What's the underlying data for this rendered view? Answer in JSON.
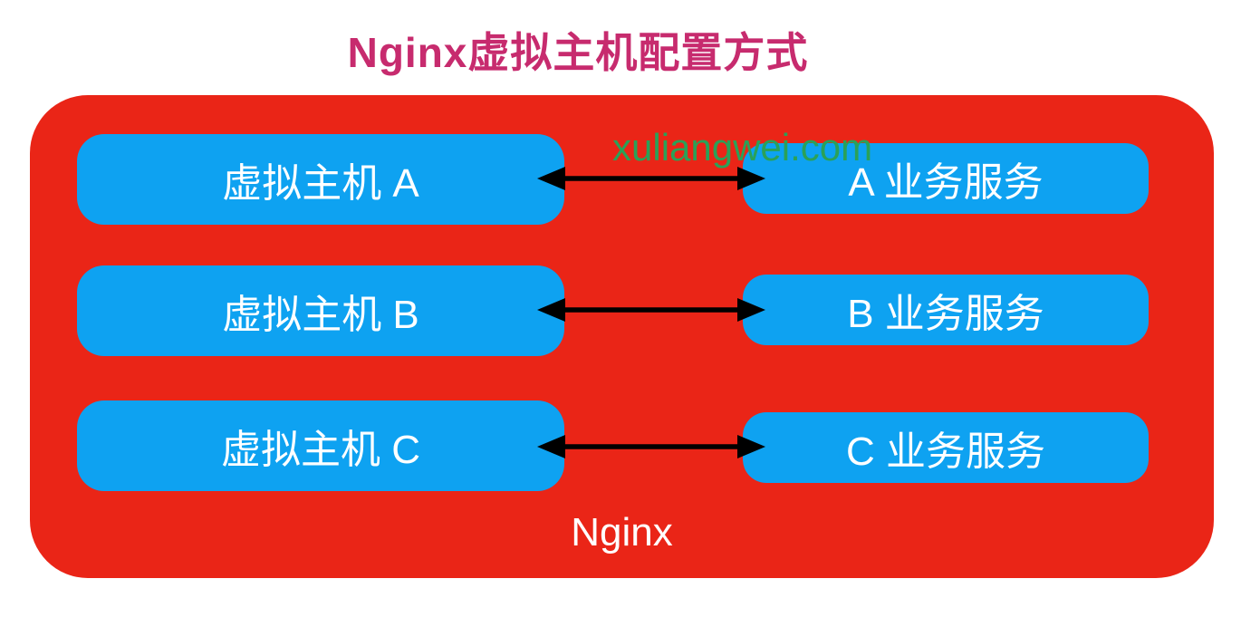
{
  "title": "Nginx虚拟主机配置方式",
  "watermark": "xuliangwei.com",
  "container": {
    "label": "Nginx"
  },
  "rows": [
    {
      "host": "虚拟主机 A",
      "service": "A 业务服务"
    },
    {
      "host": "虚拟主机 B",
      "service": "B 业务服务"
    },
    {
      "host": "虚拟主机 C",
      "service": "C 业务服务"
    }
  ],
  "colors": {
    "background": "#FFFFFF",
    "container": "#EA2517",
    "box": "#0EA2F1",
    "title": "#C72B6E",
    "watermark": "#2AA158",
    "box-text": "#FFFFFF",
    "arrow": "#000000"
  }
}
